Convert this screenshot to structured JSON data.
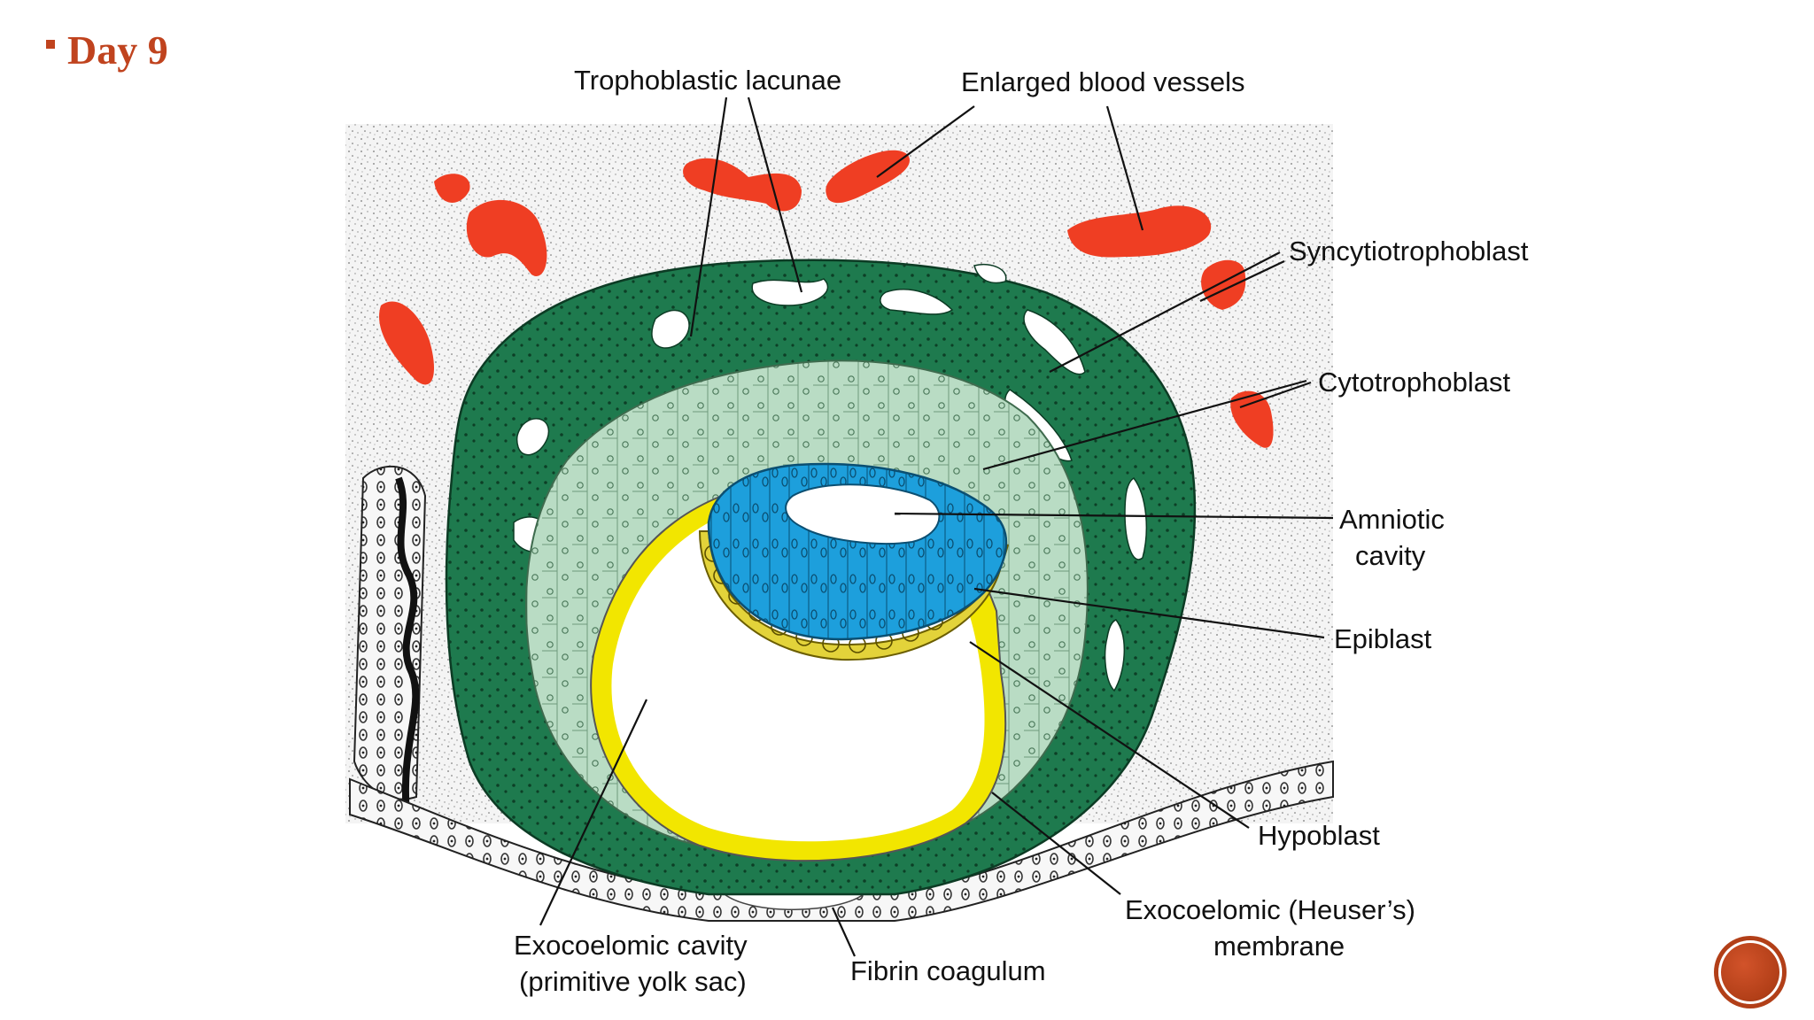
{
  "slide": {
    "title": "Day 9"
  },
  "labels": {
    "trophoblastic_lacunae": "Trophoblastic lacunae",
    "enlarged_blood_vessels": "Enlarged blood vessels",
    "syncytiotrophoblast": "Syncytiotrophoblast",
    "cytotrophoblast": "Cytotrophoblast",
    "amniotic_cavity_1": "Amniotic",
    "amniotic_cavity_2": "cavity",
    "epiblast": "Epiblast",
    "hypoblast": "Hypoblast",
    "exocoelomic_membrane_1": "Exocoelomic (Heuser’s)",
    "exocoelomic_membrane_2": "membrane",
    "fibrin_coagulum": "Fibrin coagulum",
    "exocoelomic_cavity_1": "Exocoelomic cavity",
    "exocoelomic_cavity_2": "(primitive yolk sac)"
  },
  "colors": {
    "title": "#c0431e",
    "syncytiotrophoblast": "#1e7a4e",
    "cytotrophoblast": "#b9dcc4",
    "epiblast": "#1d9fdc",
    "hypoblast": "#e3d33a",
    "exocoelomic_membrane": "#f2e600",
    "blood_vessels": "#ef3e23",
    "tissue": "#f3f3f3"
  },
  "icons": {
    "title_bullet": "square-bullet-icon",
    "corner_badge": "circle-badge-icon"
  }
}
